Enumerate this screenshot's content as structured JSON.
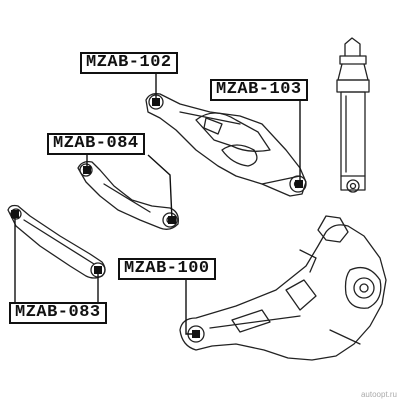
{
  "labels": {
    "mzab_102": "MZAB-102",
    "mzab_103": "MZAB-103",
    "mzab_084": "MZAB-084",
    "mzab_100": "MZAB-100",
    "mzab_083": "MZAB-083"
  },
  "watermark": "autoopt.ru",
  "colors": {
    "ink": "#111111",
    "callout_square": "#111111",
    "background": "#ffffff"
  }
}
